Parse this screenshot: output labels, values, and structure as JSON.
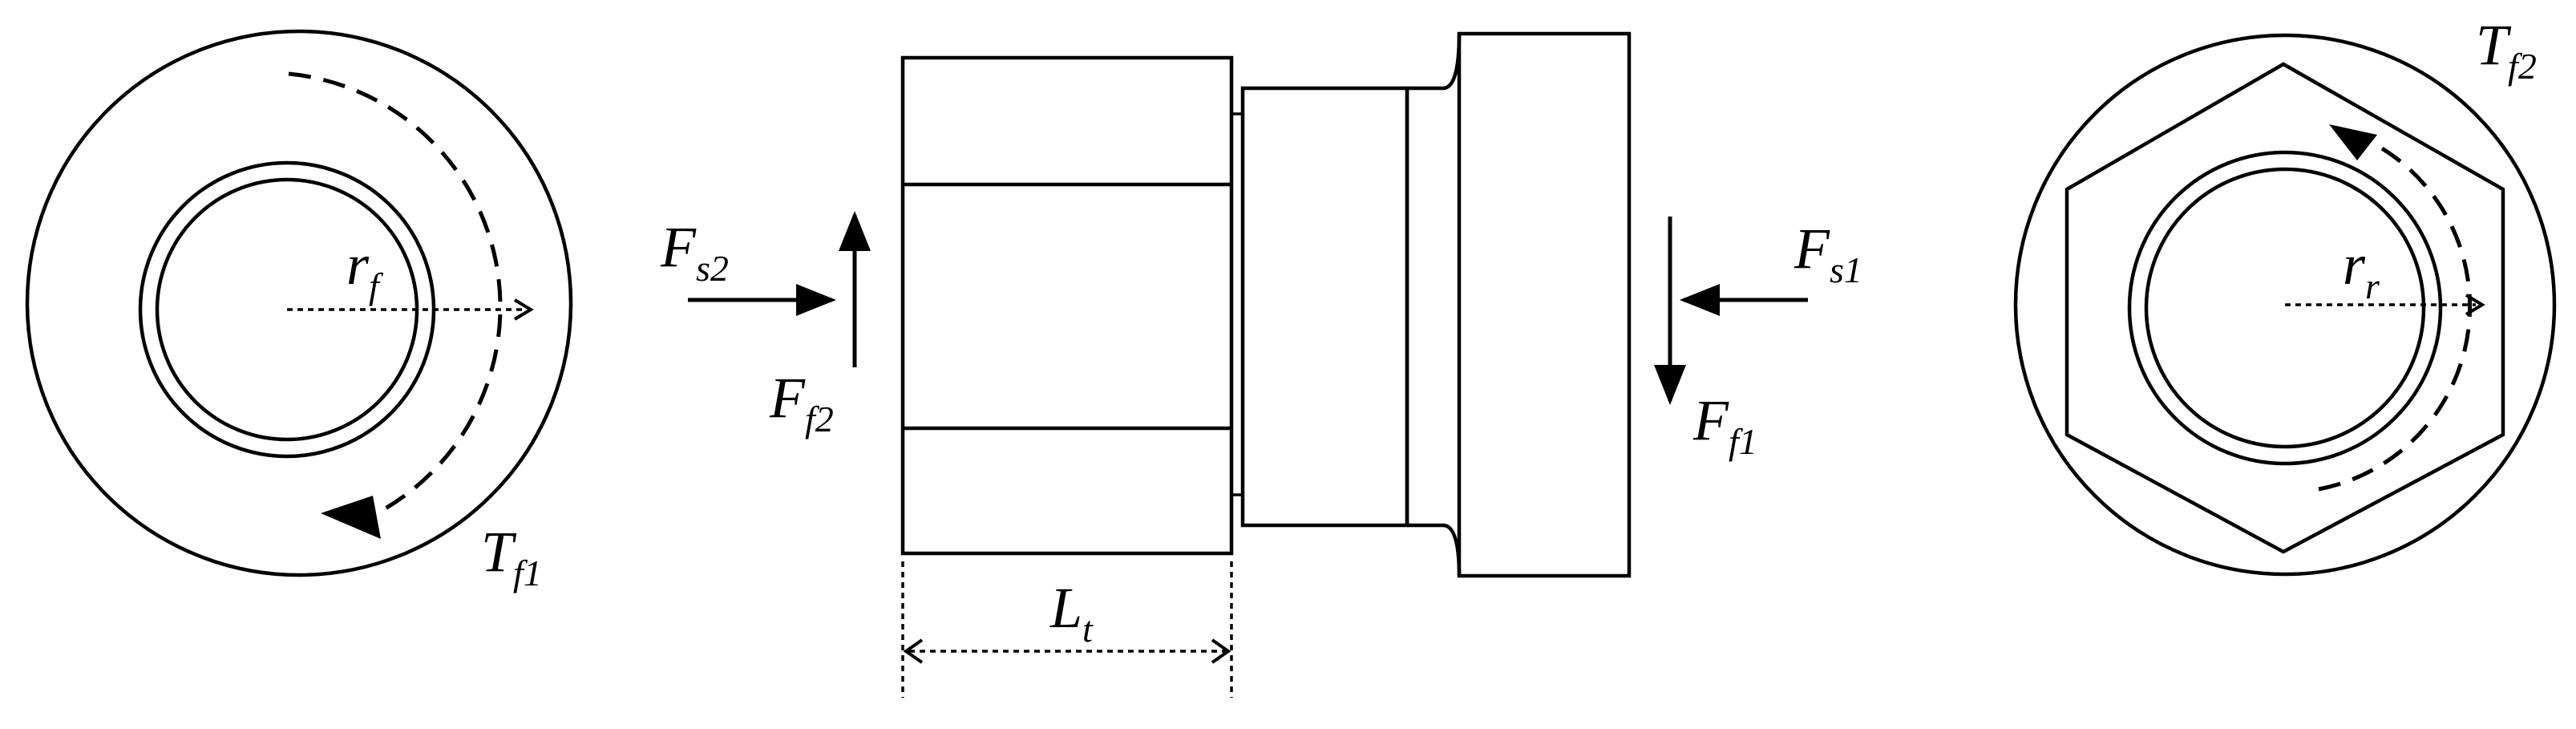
{
  "labels": {
    "left_radius": {
      "main": "r",
      "sub": "f"
    },
    "left_torque": {
      "main": "T",
      "sub": "f1"
    },
    "fs2": {
      "main": "F",
      "sub": "s2"
    },
    "ff2": {
      "main": "F",
      "sub": "f2"
    },
    "fs1": {
      "main": "F",
      "sub": "s1"
    },
    "ff1": {
      "main": "F",
      "sub": "f1"
    },
    "length": {
      "main": "L",
      "sub": "t"
    },
    "right_radius": {
      "main": "r",
      "sub": "r"
    },
    "right_torque": {
      "main": "T",
      "sub": "f2"
    }
  }
}
